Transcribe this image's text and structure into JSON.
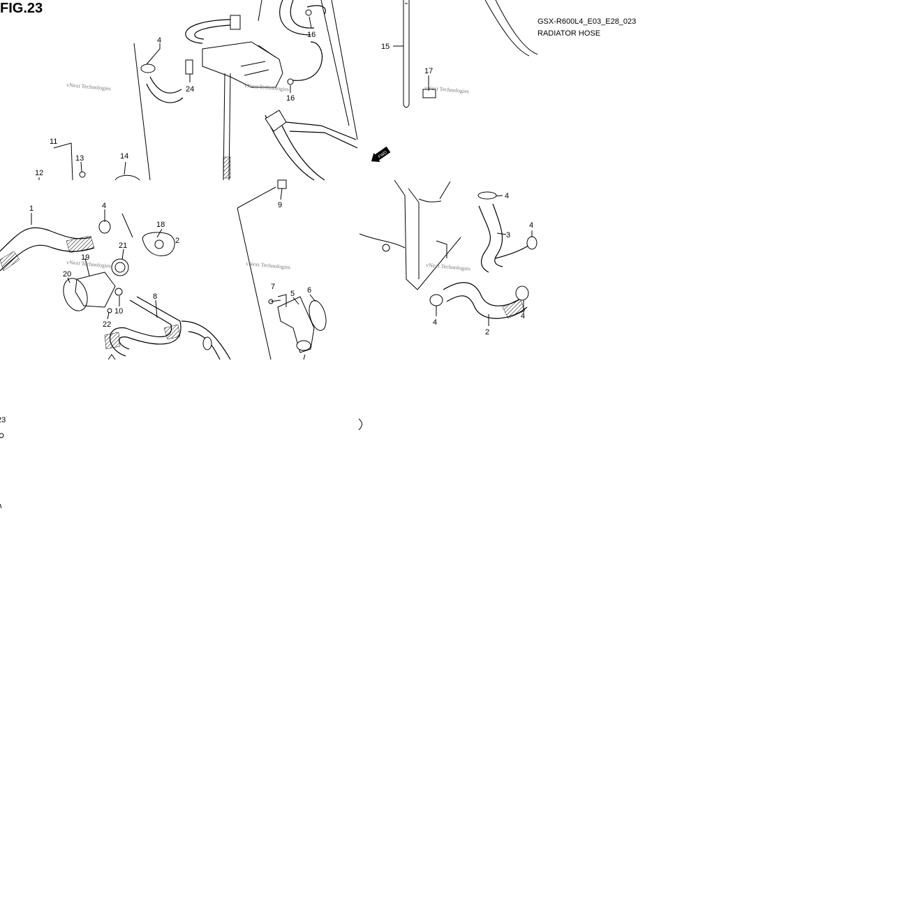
{
  "figure": {
    "title": "FIG.23",
    "model_code": "GSX-R600L4_E03_E28_023",
    "section_name": "RADIATOR HOSE",
    "watermark": "vNext Technologies",
    "fwd_label": "FWD"
  },
  "callouts": [
    "1",
    "2",
    "3",
    "4",
    "5",
    "6",
    "7",
    "8",
    "9",
    "10",
    "11",
    "12",
    "13",
    "14",
    "15",
    "16",
    "17",
    "18",
    "19",
    "20",
    "21",
    "22",
    "23",
    "24"
  ]
}
